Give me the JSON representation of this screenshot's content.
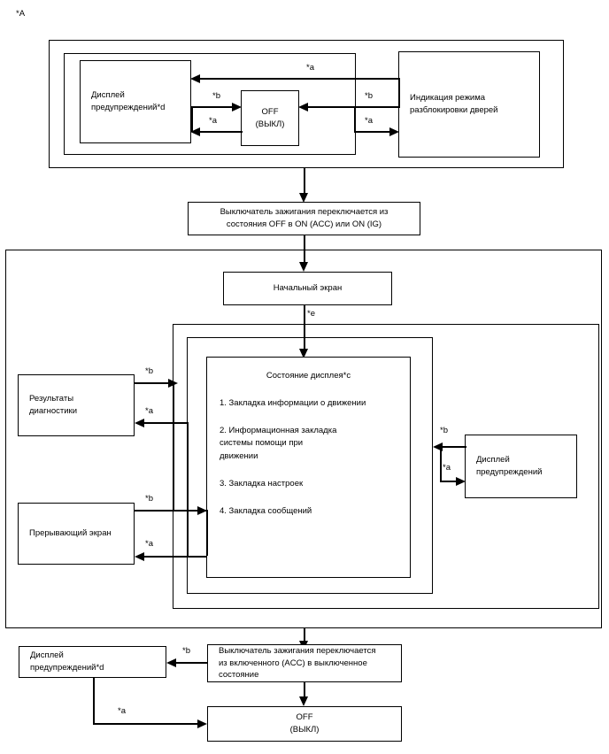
{
  "figure": {
    "ref_label": "*A",
    "note_markers": {
      "a": "*a",
      "b": "*b",
      "c": "*c",
      "d": "*d",
      "e": "*e"
    }
  },
  "top_section": {
    "warning_display_box": {
      "line1": "Дисплей",
      "line2": "предупреждений*d"
    },
    "off_box": {
      "line1": "OFF",
      "line2": "(ВЫКЛ)"
    },
    "door_unlock_box": {
      "line1": "Индикация режима",
      "line2": "разблокировки дверей"
    },
    "arrow_labels": {
      "warn_to_off": "*b",
      "off_to_warn": "*a",
      "unlock_to_warn": "*a",
      "unlock_to_off": "*b",
      "off_to_unlock": "*a"
    }
  },
  "ignition_on_box": {
    "line1": "Выключатель зажигания переключается из",
    "line2": "состояния OFF в ON (ACC) или ON (IG)"
  },
  "middle_section": {
    "initial_screen_box": {
      "line1": "Начальный экран"
    },
    "initial_to_state_label": "*e",
    "display_state": {
      "title": "Состояние дисплея*c",
      "items": [
        "1. Закладка информации о движении",
        "2. Информационная закладка\nсистемы помощи при\nдвижении",
        "3. Закладка настроек",
        "4. Закладка сообщений"
      ]
    },
    "diagnostics_box": {
      "line1": "Результаты",
      "line2": "диагностики"
    },
    "interrupt_screen_box": {
      "line1": "Прерывающий экран"
    },
    "warning_display_box": {
      "line1": "Дисплей",
      "line2": "предупреждений"
    },
    "arrow_labels": {
      "diag_to_state": "*b",
      "state_to_diag": "*a",
      "interrupt_to_state": "*b",
      "state_to_interrupt": "*a",
      "warn_to_state": "*b",
      "state_to_warn": "*a"
    }
  },
  "bottom_section": {
    "warning_display_box": {
      "line1": "Дисплей",
      "line2": "предупреждений*d"
    },
    "ignition_off_box": {
      "line1": "Выключатель зажигания переключается",
      "line2": "из включенного (ACC) в выключенное",
      "line3": "состояние"
    },
    "off_box": {
      "line1": "OFF",
      "line2": "(ВЫКЛ)"
    },
    "arrow_labels": {
      "ign_to_warn": "*b",
      "warn_to_off": "*a"
    }
  }
}
